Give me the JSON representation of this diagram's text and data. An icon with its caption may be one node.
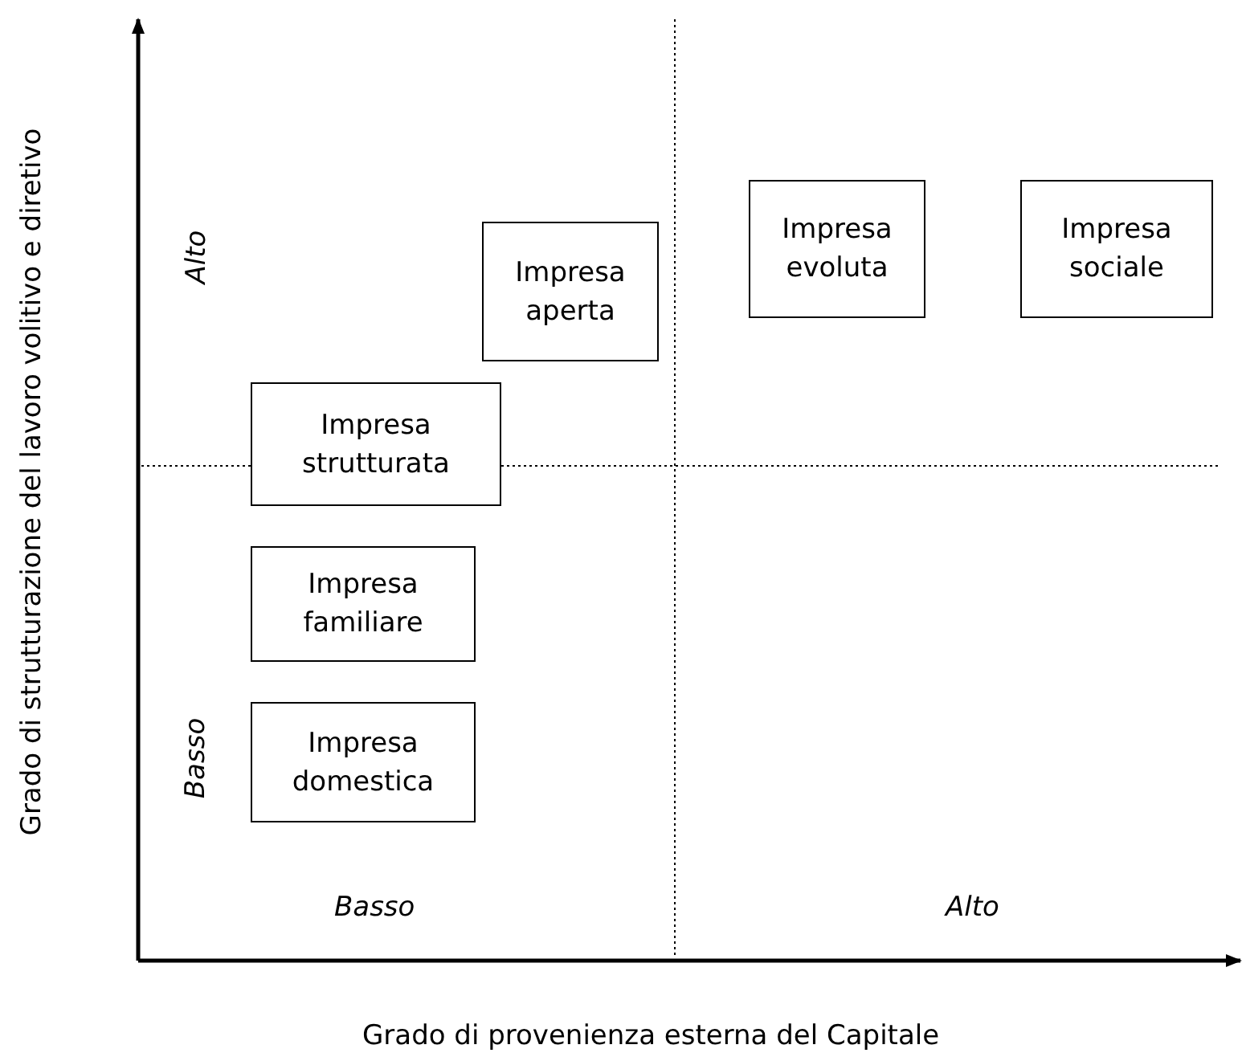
{
  "diagram": {
    "nodes": [
      {
        "text": [
          "Impresa evoluta"
        ]
      },
      {
        "text": [
          "Impresa sociale"
        ]
      },
      {
        "text": [
          "Impresa aperta"
        ]
      },
      {
        "text": [
          "Impresa strutturata"
        ]
      },
      {
        "text": [
          "Impresa familiare"
        ]
      },
      {
        "text": [
          "Impresa domestica"
        ]
      }
    ],
    "labels": [
      "Grado di strutturazione del lavoro volitivo e diretivo",
      "Alto",
      "Basso",
      "Basso",
      "Alto",
      "Grado di provenienza esterna del Capitale"
    ]
  }
}
